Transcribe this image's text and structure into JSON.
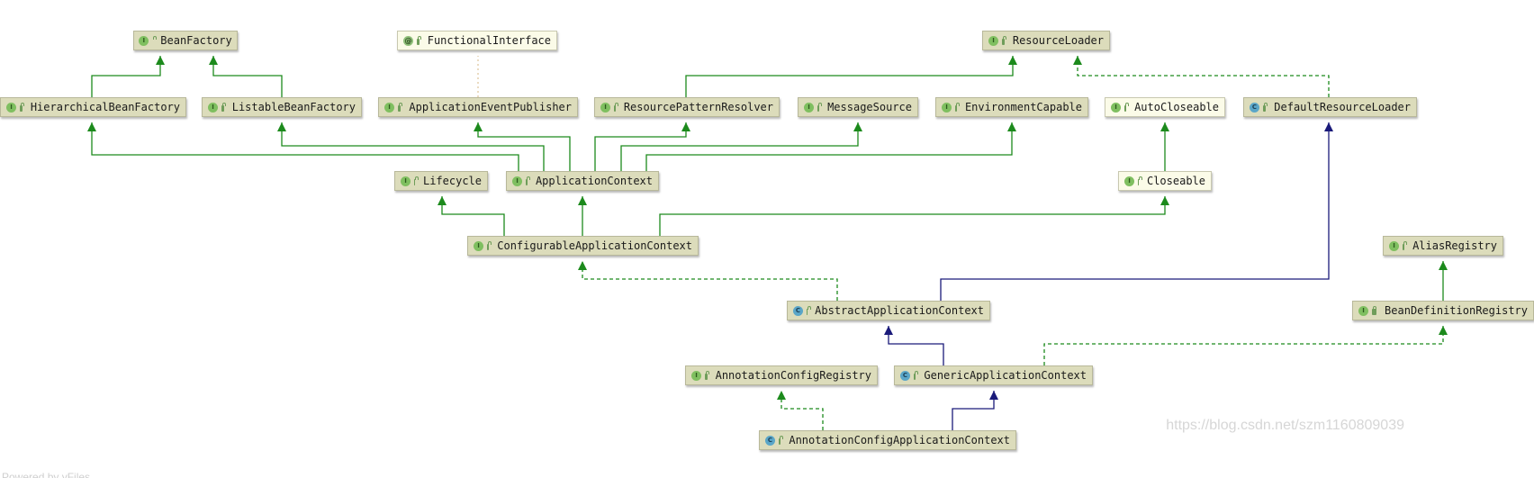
{
  "colors": {
    "extends_interface": "#1c8a1c",
    "implements": "#1c8a1c",
    "extends_class": "#1a1a7a",
    "annotation": "#e0c8a0"
  },
  "nodes": [
    {
      "id": "BeanFactory",
      "label": "BeanFactory",
      "kind": "interface",
      "icon": "interface-icon"
    },
    {
      "id": "FunctionalInterface",
      "label": "FunctionalInterface",
      "kind": "annotation",
      "icon": "annotation-icon"
    },
    {
      "id": "ResourceLoader",
      "label": "ResourceLoader",
      "kind": "interface",
      "icon": "interface-icon"
    },
    {
      "id": "HierarchicalBeanFactory",
      "label": "HierarchicalBeanFactory",
      "kind": "interface",
      "icon": "interface-icon"
    },
    {
      "id": "ListableBeanFactory",
      "label": "ListableBeanFactory",
      "kind": "interface",
      "icon": "interface-icon"
    },
    {
      "id": "ApplicationEventPublisher",
      "label": "ApplicationEventPublisher",
      "kind": "interface",
      "icon": "interface-icon"
    },
    {
      "id": "ResourcePatternResolver",
      "label": "ResourcePatternResolver",
      "kind": "interface",
      "icon": "interface-icon"
    },
    {
      "id": "MessageSource",
      "label": "MessageSource",
      "kind": "interface",
      "icon": "interface-icon"
    },
    {
      "id": "EnvironmentCapable",
      "label": "EnvironmentCapable",
      "kind": "interface",
      "icon": "interface-icon"
    },
    {
      "id": "AutoCloseable",
      "label": "AutoCloseable",
      "kind": "interface-light",
      "icon": "interface-icon"
    },
    {
      "id": "DefaultResourceLoader",
      "label": "DefaultResourceLoader",
      "kind": "class",
      "icon": "class-icon"
    },
    {
      "id": "Lifecycle",
      "label": "Lifecycle",
      "kind": "interface",
      "icon": "interface-icon"
    },
    {
      "id": "ApplicationContext",
      "label": "ApplicationContext",
      "kind": "interface",
      "icon": "interface-icon"
    },
    {
      "id": "Closeable",
      "label": "Closeable",
      "kind": "interface-light",
      "icon": "interface-icon"
    },
    {
      "id": "ConfigurableApplicationContext",
      "label": "ConfigurableApplicationContext",
      "kind": "interface",
      "icon": "interface-icon"
    },
    {
      "id": "AliasRegistry",
      "label": "AliasRegistry",
      "kind": "interface",
      "icon": "interface-icon"
    },
    {
      "id": "AbstractApplicationContext",
      "label": "AbstractApplicationContext",
      "kind": "class",
      "icon": "class-icon"
    },
    {
      "id": "BeanDefinitionRegistry",
      "label": "BeanDefinitionRegistry",
      "kind": "interface",
      "icon": "interface-icon"
    },
    {
      "id": "AnnotationConfigRegistry",
      "label": "AnnotationConfigRegistry",
      "kind": "interface",
      "icon": "interface-icon"
    },
    {
      "id": "GenericApplicationContext",
      "label": "GenericApplicationContext",
      "kind": "class",
      "icon": "class-icon"
    },
    {
      "id": "AnnotationConfigApplicationContext",
      "label": "AnnotationConfigApplicationContext",
      "kind": "class",
      "icon": "class-icon"
    }
  ],
  "edges": [
    {
      "from": "HierarchicalBeanFactory",
      "to": "BeanFactory",
      "type": "extends"
    },
    {
      "from": "ListableBeanFactory",
      "to": "BeanFactory",
      "type": "extends"
    },
    {
      "from": "ApplicationEventPublisher",
      "to": "FunctionalInterface",
      "type": "annotated"
    },
    {
      "from": "ResourcePatternResolver",
      "to": "ResourceLoader",
      "type": "extends"
    },
    {
      "from": "DefaultResourceLoader",
      "to": "ResourceLoader",
      "type": "implements"
    },
    {
      "from": "ApplicationContext",
      "to": "HierarchicalBeanFactory",
      "type": "extends"
    },
    {
      "from": "ApplicationContext",
      "to": "ListableBeanFactory",
      "type": "extends"
    },
    {
      "from": "ApplicationContext",
      "to": "ApplicationEventPublisher",
      "type": "extends"
    },
    {
      "from": "ApplicationContext",
      "to": "ResourcePatternResolver",
      "type": "extends"
    },
    {
      "from": "ApplicationContext",
      "to": "MessageSource",
      "type": "extends"
    },
    {
      "from": "ApplicationContext",
      "to": "EnvironmentCapable",
      "type": "extends"
    },
    {
      "from": "Closeable",
      "to": "AutoCloseable",
      "type": "extends"
    },
    {
      "from": "ConfigurableApplicationContext",
      "to": "Lifecycle",
      "type": "extends"
    },
    {
      "from": "ConfigurableApplicationContext",
      "to": "ApplicationContext",
      "type": "extends"
    },
    {
      "from": "ConfigurableApplicationContext",
      "to": "Closeable",
      "type": "extends"
    },
    {
      "from": "AbstractApplicationContext",
      "to": "ConfigurableApplicationContext",
      "type": "implements"
    },
    {
      "from": "AbstractApplicationContext",
      "to": "DefaultResourceLoader",
      "type": "extends-class"
    },
    {
      "from": "BeanDefinitionRegistry",
      "to": "AliasRegistry",
      "type": "extends"
    },
    {
      "from": "GenericApplicationContext",
      "to": "AbstractApplicationContext",
      "type": "extends-class"
    },
    {
      "from": "GenericApplicationContext",
      "to": "BeanDefinitionRegistry",
      "type": "implements"
    },
    {
      "from": "AnnotationConfigApplicationContext",
      "to": "AnnotationConfigRegistry",
      "type": "implements"
    },
    {
      "from": "AnnotationConfigApplicationContext",
      "to": "GenericApplicationContext",
      "type": "extends-class"
    }
  ],
  "watermark": "https://blog.csdn.net/szm1160809039",
  "footer": "Powered by yFiles"
}
